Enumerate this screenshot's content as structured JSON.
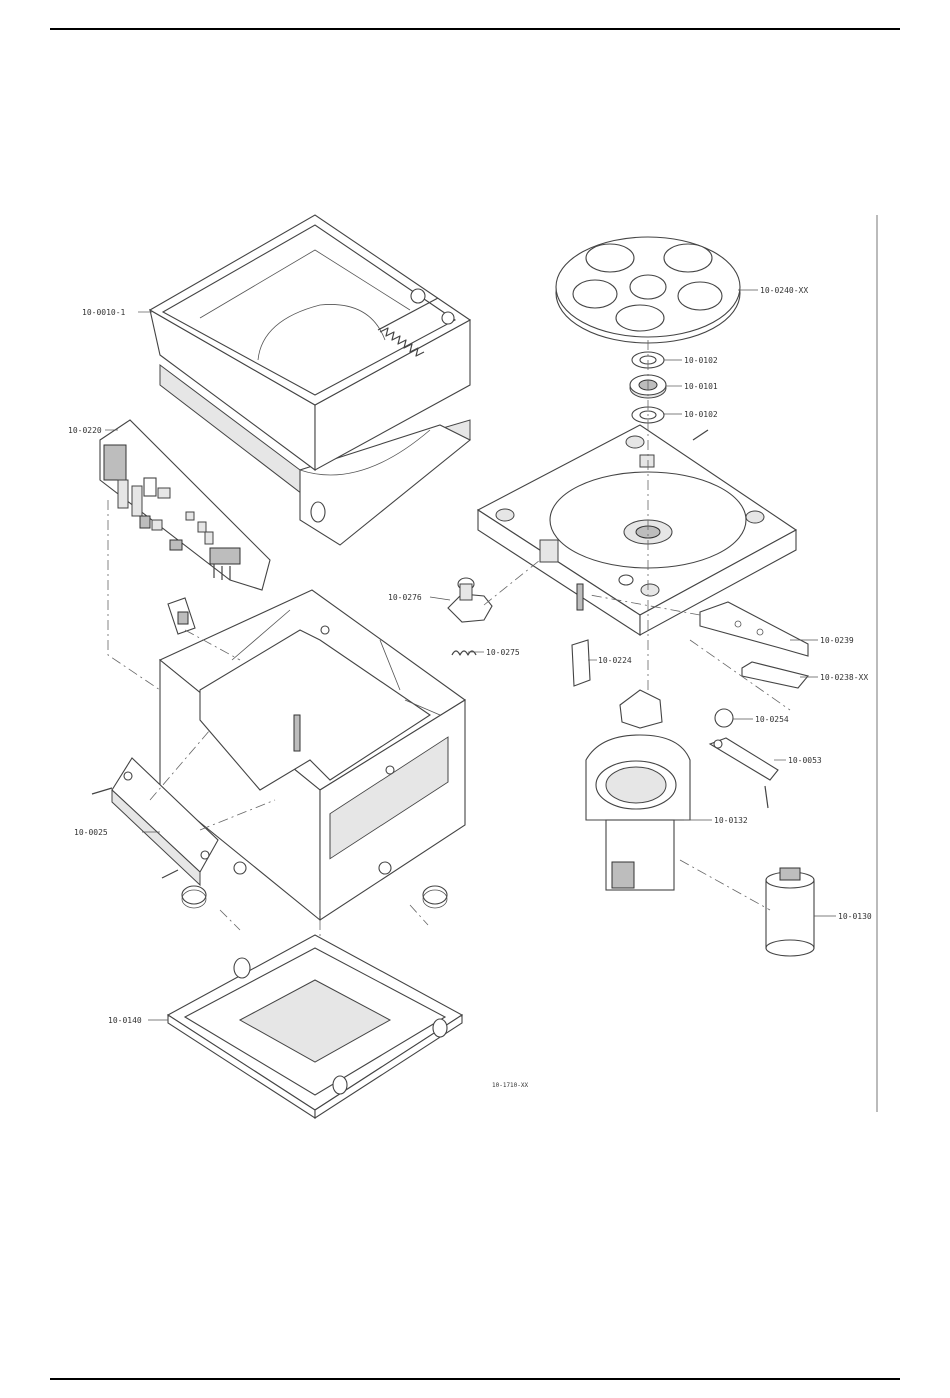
{
  "page": {
    "drawing_number": "10-1710-XX"
  },
  "parts": [
    {
      "id": "hopper",
      "label": "10-0010-1"
    },
    {
      "id": "control-board",
      "label": "10-0220"
    },
    {
      "id": "bracket",
      "label": "10-0025"
    },
    {
      "id": "base-tray",
      "label": "10-0140"
    },
    {
      "id": "disc",
      "label": "10-0240-XX"
    },
    {
      "id": "washer-top",
      "label": "10-0102"
    },
    {
      "id": "bearing",
      "label": "10-0101"
    },
    {
      "id": "washer-bottom",
      "label": "10-0102"
    },
    {
      "id": "star-wheel",
      "label": "10-0276"
    },
    {
      "id": "spring",
      "label": "10-0275"
    },
    {
      "id": "sensor-plate",
      "label": "10-0224"
    },
    {
      "id": "rail",
      "label": "10-0239"
    },
    {
      "id": "knife",
      "label": "10-0238-XX"
    },
    {
      "id": "ball",
      "label": "10-0254"
    },
    {
      "id": "lever",
      "label": "10-0053"
    },
    {
      "id": "gear-motor",
      "label": "10-0132"
    },
    {
      "id": "capacitor",
      "label": "10-0130"
    }
  ]
}
